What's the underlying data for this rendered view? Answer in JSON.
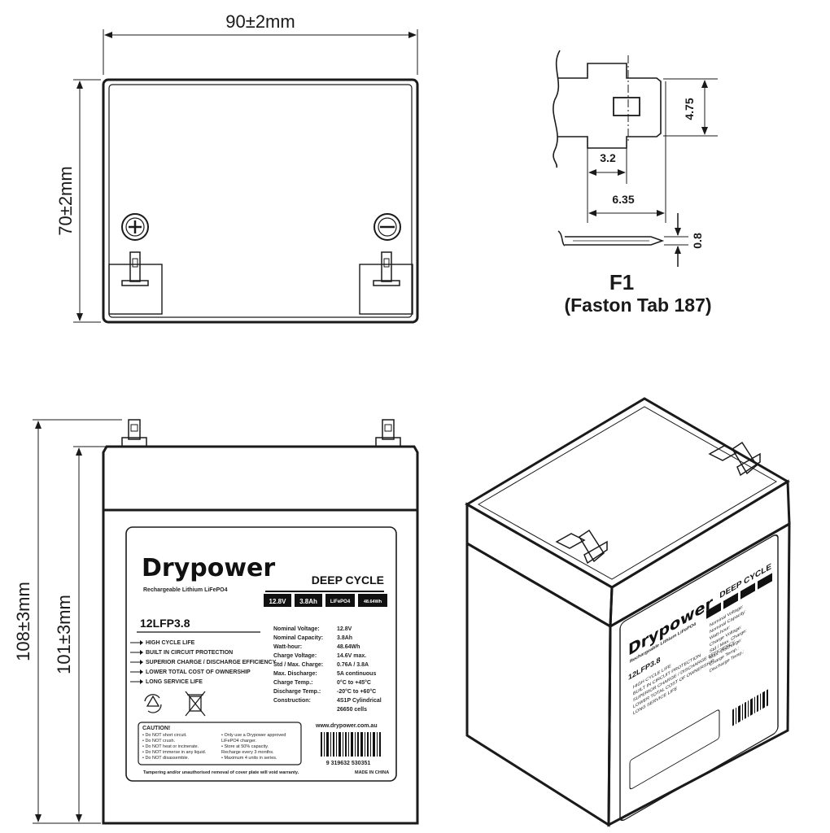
{
  "dimensions": {
    "width": "90±2mm",
    "height_top": "70±2mm",
    "overall_height": "108±3mm",
    "case_height": "101±3mm",
    "tab_height": "4.75",
    "tab_hole": "3.2",
    "tab_width": "6.35",
    "tab_thickness": "0.8"
  },
  "terminal": {
    "code": "F1",
    "name": "(Faston Tab 187)"
  },
  "label": {
    "brand": "Drypower",
    "tagline": "Rechargeable Lithium LiFePO4",
    "cycle": "DEEP CYCLE",
    "badges": [
      "12.8V",
      "3.8Ah",
      "LiFePO4",
      "48.64Wh"
    ],
    "model": "12LFP3.8",
    "features": [
      "HIGH CYCLE LIFE",
      "BUILT IN CIRCUIT PROTECTION",
      "SUPERIOR CHARGE / DISCHARGE EFFICIENCY",
      "LOWER TOTAL COST OF OWNERSHIP",
      "LONG SERVICE LIFE"
    ],
    "specs": [
      {
        "k": "Nominal Voltage:",
        "v": "12.8V"
      },
      {
        "k": "Nominal Capacity:",
        "v": "3.8Ah"
      },
      {
        "k": "Watt-hour:",
        "v": "48.64Wh"
      },
      {
        "k": "Charge Voltage:",
        "v": "14.6V max."
      },
      {
        "k": "Std / Max. Charge:",
        "v": "0.76A / 3.8A"
      },
      {
        "k": "Max. Discharge:",
        "v": "5A continuous"
      },
      {
        "k": "Charge Temp.:",
        "v": "0°C to +45°C"
      },
      {
        "k": "Discharge Temp.:",
        "v": "-20°C to +60°C"
      },
      {
        "k": "Construction:",
        "v": "4S1P Cylindrical"
      },
      {
        "k": "",
        "v": "26650 cells"
      }
    ],
    "caution_title": "CAUTION!",
    "caution_left": [
      "• Do NOT short circuit.",
      "• Do NOT crush.",
      "• Do NOT heat or incinerate.",
      "• Do NOT immerse in any liquid.",
      "• Do NOT disassemble."
    ],
    "caution_right": [
      "• Only use a Drypower approved",
      "  LiFePO4 charger.",
      "• Store at 50% capacity.",
      "  Recharge every 3 months.",
      "• Maximum 4 units in series."
    ],
    "website": "www.drypower.com.au",
    "barcode": "9 319632 530351",
    "tamper": "Tampering and/or unauthorised removal of cover plate will void warranty.",
    "origin": "MADE IN CHINA"
  }
}
